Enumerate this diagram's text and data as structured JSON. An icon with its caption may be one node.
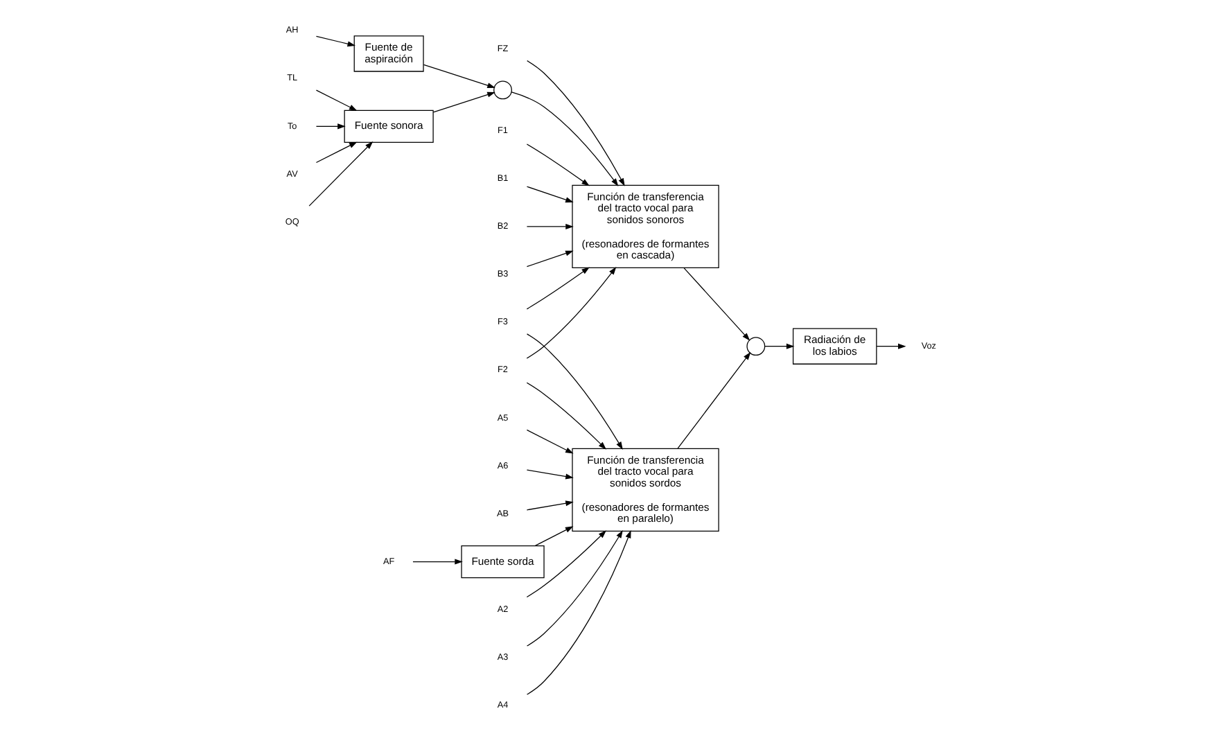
{
  "diagram": {
    "nodes": [
      {
        "text": [
          "To"
        ]
      },
      {
        "text": [
          "B1"
        ]
      },
      {
        "text": [
          "B2"
        ]
      },
      {
        "text": [
          "B3"
        ]
      },
      {
        "text": [
          "FZ"
        ]
      },
      {
        "text": [
          "Fuente sonora"
        ]
      },
      {
        "text": [],
        "shape": "circle"
      },
      {
        "text": [
          "Función de transferencia del tracto vocal para sonidos sonoros",
          "(resonadores de formantes en cascada)"
        ]
      },
      {
        "text": [
          "AV"
        ]
      },
      {
        "text": [
          "OQ"
        ]
      },
      {
        "text": [
          "TL"
        ]
      },
      {
        "text": [
          "Fuente de aspiración"
        ]
      },
      {
        "text": [
          "AH"
        ]
      },
      {
        "text": [],
        "shape": "circle"
      },
      {
        "text": [
          "Radiación de los labios"
        ]
      },
      {
        "text": [
          "Voz"
        ]
      },
      {
        "text": [
          "F1"
        ]
      },
      {
        "text": [
          "F2"
        ]
      },
      {
        "text": [
          "F3"
        ]
      },
      {
        "text": [
          "Fuente sorda"
        ]
      },
      {
        "text": [
          "Función de transferencia del tracto vocal para sonidos sordos",
          "(resonadores de formantes en paralelo)"
        ]
      },
      {
        "text": [
          "AF"
        ]
      },
      {
        "text": [
          "A2"
        ]
      },
      {
        "text": [
          "A3"
        ]
      },
      {
        "text": [
          "A4"
        ]
      },
      {
        "text": [
          "A5"
        ]
      },
      {
        "text": [
          "A6"
        ]
      },
      {
        "text": [
          "AB"
        ]
      }
    ],
    "edges": [
      {
        "from": 0,
        "to": 5,
        "arrow": "to"
      },
      {
        "from": 8,
        "to": 5,
        "arrow": "to"
      },
      {
        "from": 9,
        "to": 5,
        "arrow": "to"
      },
      {
        "from": 10,
        "to": 5,
        "arrow": "to"
      },
      {
        "from": 5,
        "to": 6,
        "arrow": "to"
      },
      {
        "from": 11,
        "to": 6,
        "arrow": "to"
      },
      {
        "from": 12,
        "to": 11,
        "arrow": "to"
      },
      {
        "from": 6,
        "to": 7,
        "arrow": "to"
      },
      {
        "from": 1,
        "to": 7,
        "arrow": "to"
      },
      {
        "from": 2,
        "to": 7,
        "arrow": "to"
      },
      {
        "from": 3,
        "to": 7,
        "arrow": "to"
      },
      {
        "from": 4,
        "to": 7,
        "arrow": "to"
      },
      {
        "from": 16,
        "to": 7,
        "arrow": "to"
      },
      {
        "from": 17,
        "to": 7,
        "arrow": "to"
      },
      {
        "from": 17,
        "to": 20,
        "arrow": "to"
      },
      {
        "from": 18,
        "to": 7,
        "arrow": "to"
      },
      {
        "from": 18,
        "to": 20,
        "arrow": "to"
      },
      {
        "from": 21,
        "to": 19,
        "arrow": "to"
      },
      {
        "from": 19,
        "to": 20,
        "arrow": "to"
      },
      {
        "from": 22,
        "to": 20,
        "arrow": "to"
      },
      {
        "from": 23,
        "to": 20,
        "arrow": "to"
      },
      {
        "from": 24,
        "to": 20,
        "arrow": "to"
      },
      {
        "from": 25,
        "to": 20,
        "arrow": "to"
      },
      {
        "from": 26,
        "to": 20,
        "arrow": "to"
      },
      {
        "from": 27,
        "to": 20,
        "arrow": "to"
      },
      {
        "from": 7,
        "to": 13,
        "arrow": "to"
      },
      {
        "from": 20,
        "to": 13,
        "arrow": "to"
      },
      {
        "from": 13,
        "to": 14,
        "arrow": "to"
      },
      {
        "from": 14,
        "to": 15,
        "arrow": "to"
      }
    ]
  }
}
